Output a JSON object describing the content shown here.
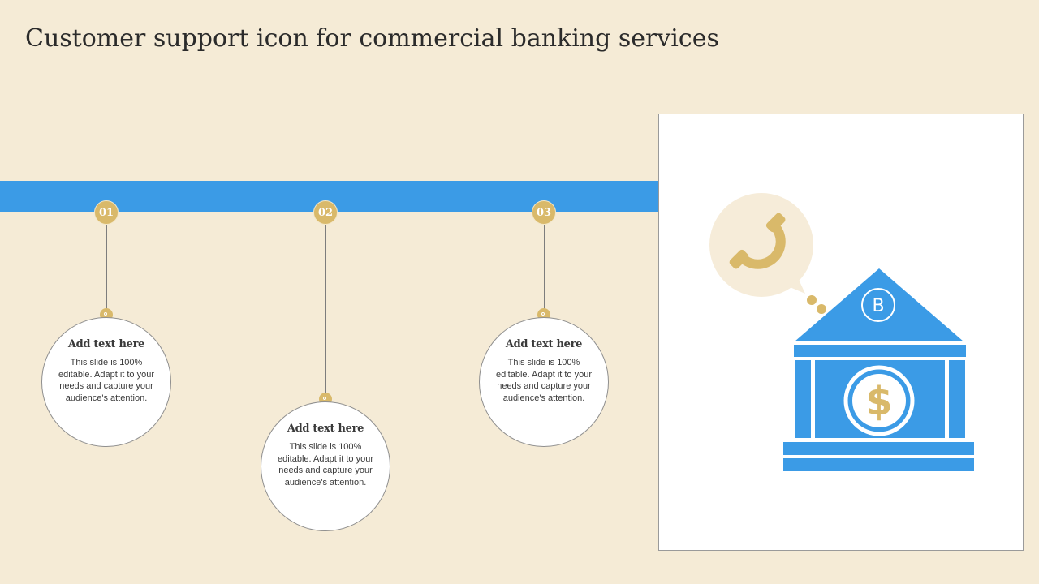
{
  "slide": {
    "title": "Customer support icon for commercial banking services"
  },
  "timeline": {
    "steps": [
      {
        "number": "01",
        "heading": "Add text here",
        "body": "This slide is 100% editable. Adapt it to your needs and capture your audience's attention."
      },
      {
        "number": "02",
        "heading": "Add text here",
        "body": "This slide is 100% editable. Adapt it to your needs and capture your audience's attention."
      },
      {
        "number": "03",
        "heading": "Add text here",
        "body": "This slide is 100% editable. Adapt it to your needs and capture your audience's attention."
      }
    ]
  },
  "illustration": {
    "phone_icon": "phone-icon",
    "bank_icon": "bank-building-icon",
    "bank_letter": "B",
    "currency_symbol": "$"
  },
  "colors": {
    "background": "#f5ebd6",
    "accent_blue": "#3b9be6",
    "accent_gold": "#d9b96a",
    "bubble": "#f6ecd9"
  }
}
